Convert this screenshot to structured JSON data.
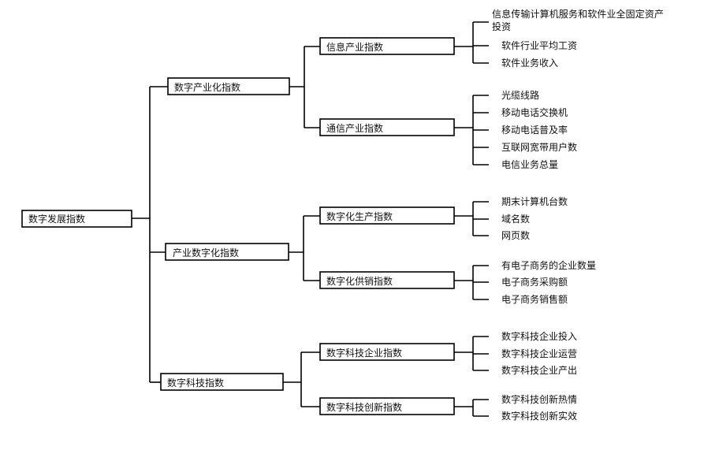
{
  "root": {
    "label": "数字发展指数"
  },
  "level1": [
    {
      "label": "数字产业化指数",
      "children": [
        {
          "label": "信息产业指数",
          "leaves": [
            "信息传输计算机服务和软件业全固定资产投资",
            "软件行业平均工资",
            "软件业务收入"
          ]
        },
        {
          "label": "通信产业指数",
          "leaves": [
            "光缆线路",
            "移动电话交换机",
            "移动电话普及率",
            "互联网宽带用户数",
            "电信业务总量"
          ]
        }
      ]
    },
    {
      "label": "产业数字化指数",
      "children": [
        {
          "label": "数字化生产指数",
          "leaves": [
            "期末计算机台数",
            "域名数",
            "网页数"
          ]
        },
        {
          "label": "数字化供销指数",
          "leaves": [
            "有电子商务的企业数量",
            "电子商务采购额",
            "电子商务销售额"
          ]
        }
      ]
    },
    {
      "label": "数字科技指数",
      "children": [
        {
          "label": "数字科技企业指数",
          "leaves": [
            "数字科技企业投入",
            "数字科技企业运营",
            "数字科技企业产出"
          ]
        },
        {
          "label": "数字科技创新指数",
          "leaves": [
            "数字科技创新热情",
            "数字科技创新实效"
          ]
        }
      ]
    }
  ]
}
